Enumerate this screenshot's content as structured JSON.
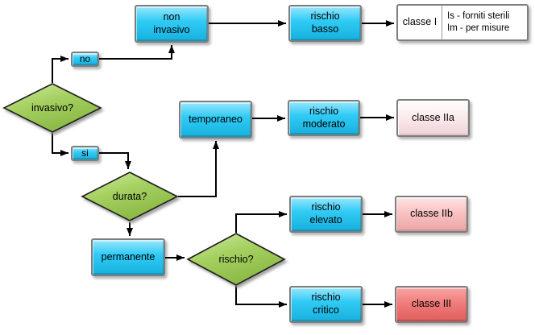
{
  "colors": {
    "process": "#30cbf5",
    "decision": "#a6d162",
    "class_i_fill": "#ffffff",
    "class_iia_fill": "#fbeaec",
    "class_iib_fill": "#f9c3c3",
    "class_iii_fill": "#f17d7b",
    "connector": "#000000",
    "node_border": "#7e7e7e"
  },
  "nodes": {
    "invasivo": "invasivo?",
    "no": "no",
    "si": "si",
    "non_invasivo": "non\ninvasivo",
    "rischio_basso": "rischio\nbasso",
    "classe_i": "classe I",
    "classe_i_note1": "Is - forniti sterili",
    "classe_i_note2": "Im - per misure",
    "durata": "durata?",
    "temporaneo": "temporaneo",
    "rischio_moderato": "rischio\nmoderato",
    "classe_iia": "classe IIa",
    "permanente": "permanente",
    "rischio_decision": "rischio?",
    "rischio_elevato": "rischio\nelevato",
    "classe_iib": "classe IIb",
    "rischio_critico": "rischio\ncritico",
    "classe_iii": "classe III"
  }
}
